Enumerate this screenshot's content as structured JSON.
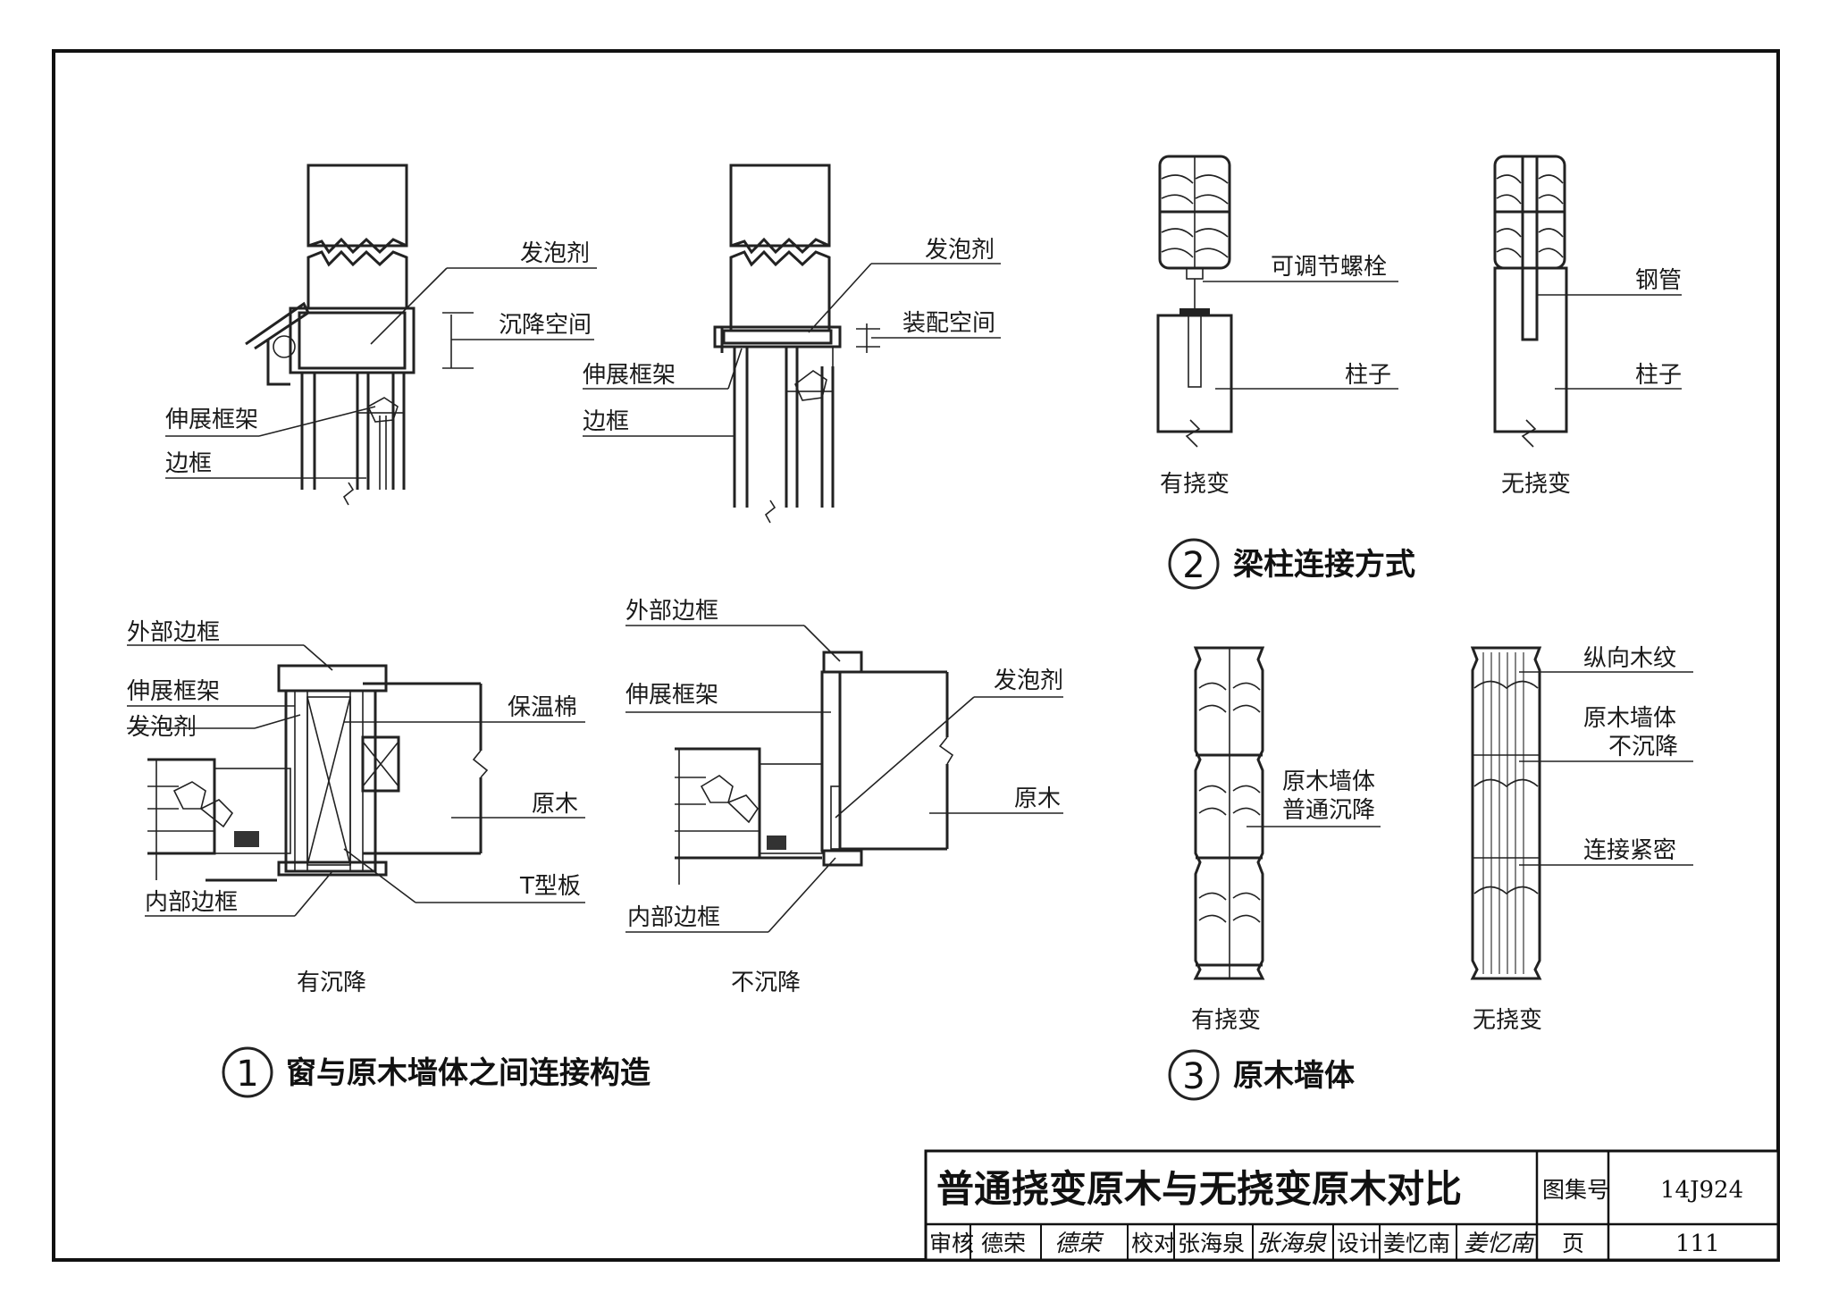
{
  "detail1": {
    "number": "1",
    "title": "窗与原木墙体之间连接构造",
    "upper_left": {
      "foam": "发泡剂",
      "settle_space": "沉降空间",
      "extension_frame": "伸展框架",
      "side_frame": "边框"
    },
    "upper_right": {
      "foam": "发泡剂",
      "assembly_space": "装配空间",
      "extension_frame": "伸展框架",
      "side_frame": "边框"
    },
    "lower_left": {
      "outer_frame": "外部边框",
      "extension_frame": "伸展框架",
      "foam": "发泡剂",
      "insulation": "保温棉",
      "log": "原木",
      "t_board": "T型板",
      "inner_frame": "内部边框",
      "caption": "有沉降"
    },
    "lower_right": {
      "outer_frame": "外部边框",
      "extension_frame": "伸展框架",
      "foam": "发泡剂",
      "log": "原木",
      "inner_frame": "内部边框",
      "caption": "不沉降"
    }
  },
  "detail2": {
    "number": "2",
    "title": "梁柱连接方式",
    "left": {
      "bolt": "可调节螺栓",
      "column": "柱子",
      "caption": "有挠变"
    },
    "right": {
      "pipe": "钢管",
      "column": "柱子",
      "caption": "无挠变"
    }
  },
  "detail3": {
    "number": "3",
    "title": "原木墙体",
    "left": {
      "note_line1": "原木墙体",
      "note_line2": "普通沉降",
      "caption": "有挠变"
    },
    "right": {
      "grain": "纵向木纹",
      "no_settle_line1": "原木墙体",
      "no_settle_line2": "不沉降",
      "tight": "连接紧密",
      "caption": "无挠变"
    }
  },
  "title_block": {
    "drawing_title": "普通挠变原木与无挠变原木对比",
    "atlas_label": "图集号",
    "atlas_no": "14J924",
    "review_label": "审核",
    "reviewer": "德荣",
    "reviewer_sig": "德荣",
    "check_label": "校对",
    "checker": "张海泉",
    "checker_sig": "张海泉",
    "design_label": "设计",
    "designer": "姜忆南",
    "designer_sig": "姜忆南",
    "page_label": "页",
    "page_no": "111"
  }
}
